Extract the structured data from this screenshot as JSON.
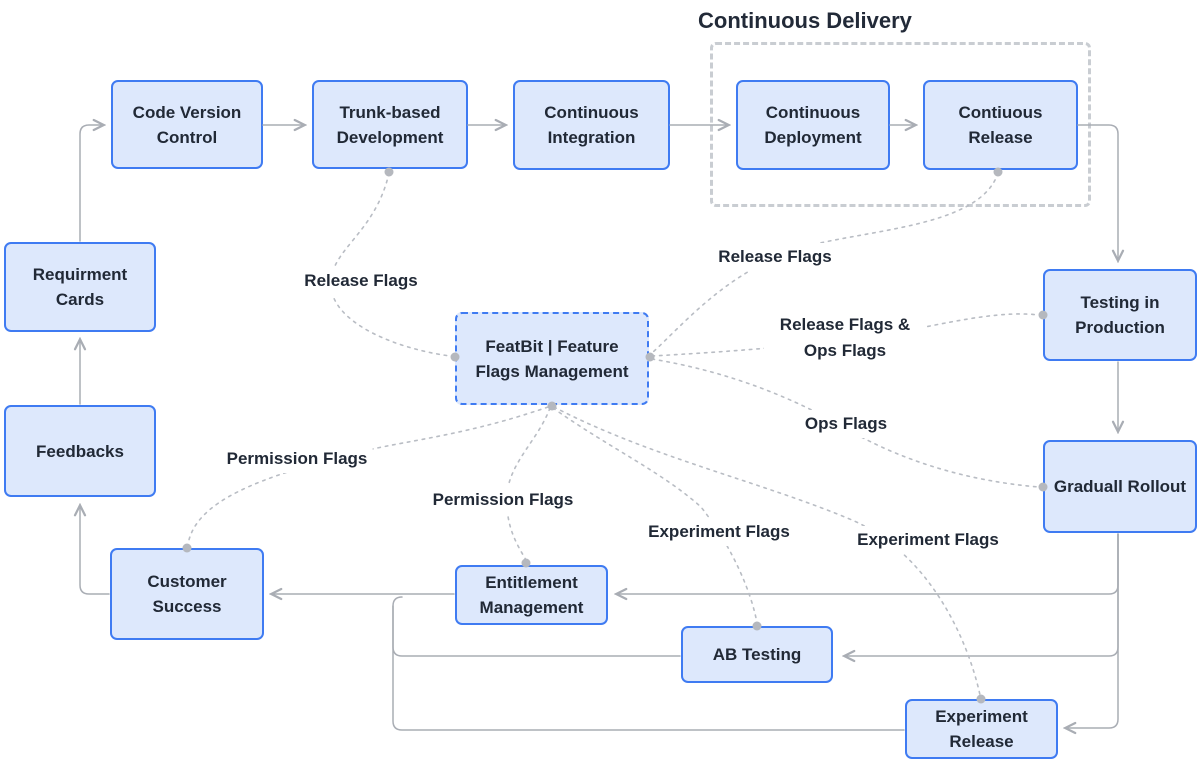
{
  "diagram": {
    "title": "Continuous Delivery",
    "nodes": {
      "code_version_control": "Code Version\nControl",
      "trunk_based_development": "Trunk-based\nDevelopment",
      "continuous_integration": "Continuous\nIntegration",
      "continuous_deployment": "Continuous\nDeployment",
      "contiuous_release": "Contiuous\nRelease",
      "requirment_cards": "Requirment\nCards",
      "feedbacks": "Feedbacks",
      "featbit": "FeatBit | Feature\nFlags Management",
      "testing_in_production": "Testing in\nProduction",
      "graduall_rollout": "Graduall Rollout",
      "customer_success": "Customer\nSuccess",
      "entitlement_management": "Entitlement\nManagement",
      "ab_testing": "AB Testing",
      "experiment_release": "Experiment\nRelease"
    },
    "edge_labels": {
      "release_flags_trunk": "Release Flags",
      "release_flags_release": "Release Flags",
      "release_and_ops_flags": "Release Flags & Ops Flags",
      "ops_flags": "Ops Flags",
      "permission_flags_customer": "Permission Flags",
      "permission_flags_entitlement": "Permission Flags",
      "experiment_flags_ab": "Experiment Flags",
      "experiment_flags_release": "Experiment Flags"
    },
    "colors": {
      "node_fill": "#dde8fc",
      "node_border": "#3f7bf2",
      "text": "#212936",
      "solid_connector": "#a9adb4",
      "dashed_connector": "#b9bdc4",
      "group_border": "#c9cdd2"
    }
  }
}
